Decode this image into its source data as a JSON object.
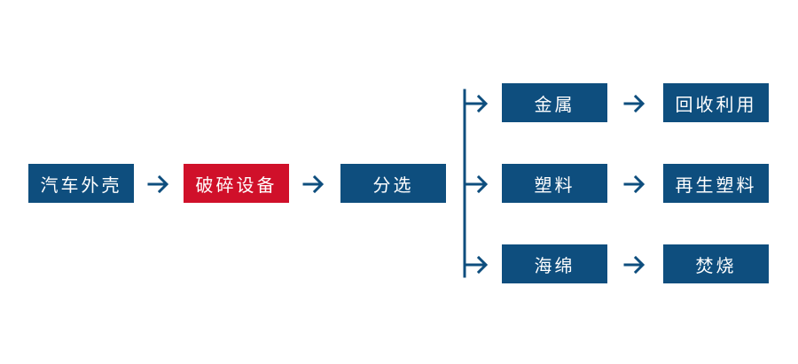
{
  "colors": {
    "primary": "#0e4e7e",
    "highlight": "#d0102a",
    "text": "#ffffff",
    "background": "#ffffff"
  },
  "nodes": {
    "source": "汽车外壳",
    "shredder": "破碎设备",
    "sorting": "分选",
    "metal": "金属",
    "plastic": "塑料",
    "sponge": "海绵",
    "recycle": "回收利用",
    "regenerated_plastic": "再生塑料",
    "incineration": "焚烧"
  }
}
